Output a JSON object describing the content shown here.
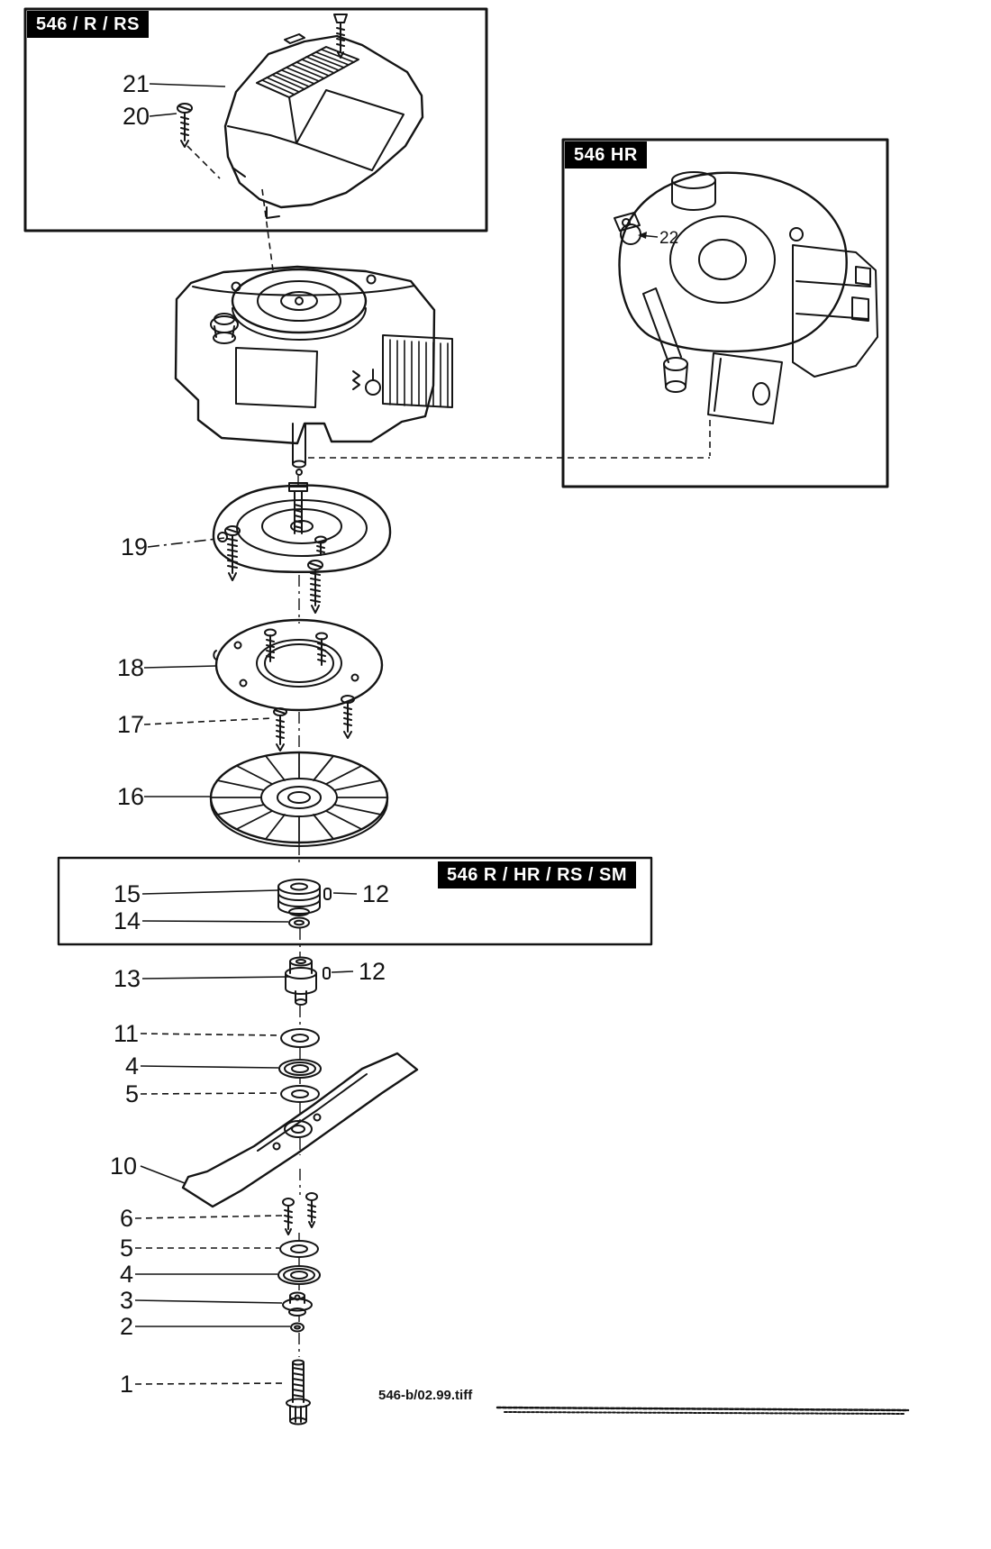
{
  "page": {
    "background": "#ffffff",
    "ink": "#141414",
    "label_bg": "#000000",
    "label_text": "#ffffff",
    "footer_text": "546-b/02.99.tiff"
  },
  "panels": {
    "top_left": {
      "label": "546 / R / RS"
    },
    "right": {
      "label": "546 HR"
    },
    "middle": {
      "label": "546 R / HR / RS / SM"
    }
  },
  "callouts": {
    "n21": "21",
    "n20": "20",
    "n22": "22",
    "n19": "19",
    "n18": "18",
    "n17": "17",
    "n16": "16",
    "n15": "15",
    "n14": "14",
    "n13": "13",
    "n12a": "12",
    "n12b": "12",
    "n11": "11",
    "n10": "10",
    "n6": "6",
    "n5a": "5",
    "n5b": "5",
    "n4a": "4",
    "n4b": "4",
    "n3": "3",
    "n2": "2",
    "n1": "1"
  }
}
